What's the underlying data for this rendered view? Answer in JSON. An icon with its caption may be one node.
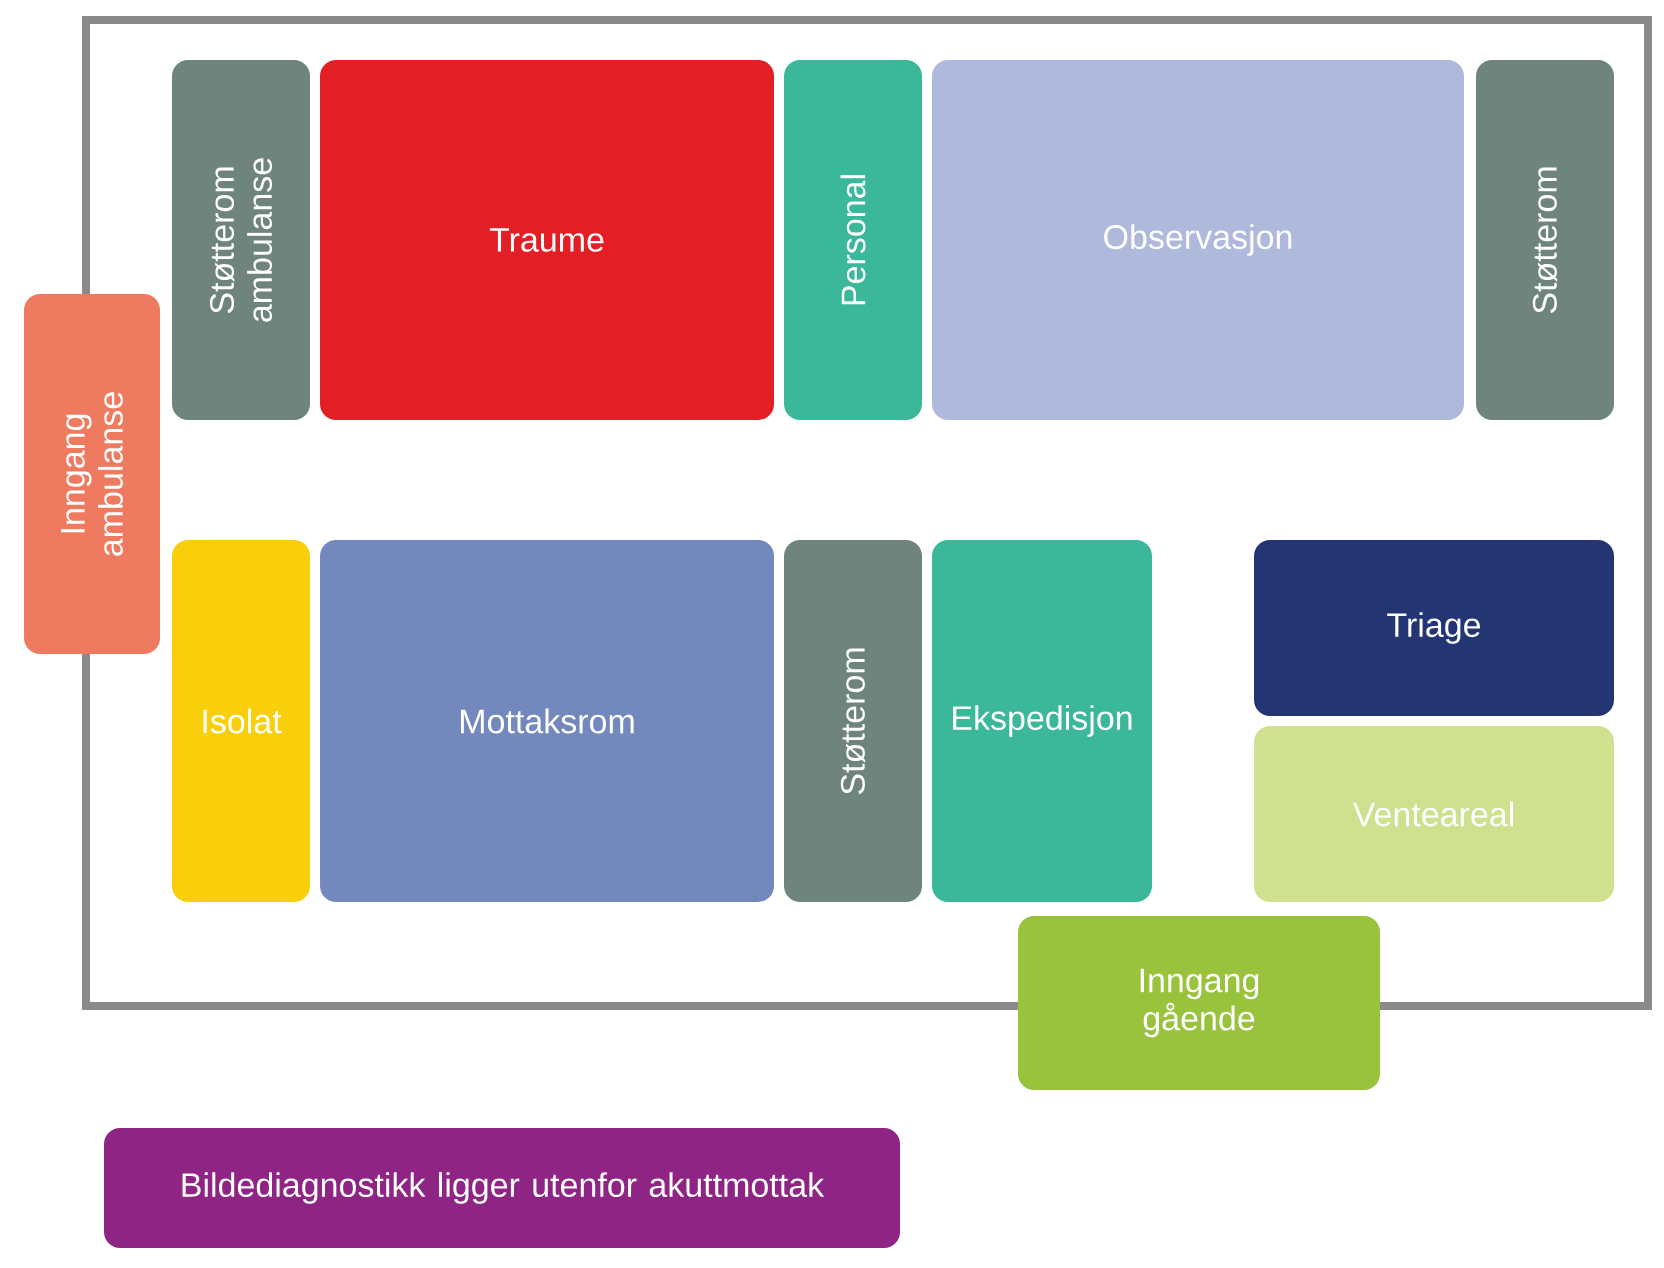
{
  "diagram": {
    "nodes": [
      {
        "text": [],
        "shape": "box"
      },
      {
        "text": [
          "Støtterom ambulanse"
        ],
        "in": 0
      },
      {
        "text": [
          "Traume"
        ],
        "in": 0
      },
      {
        "text": [
          "Personal"
        ],
        "in": 0
      },
      {
        "text": [
          "Observasjon"
        ],
        "in": 0
      },
      {
        "text": [
          "Støtterom"
        ],
        "in": 0
      },
      {
        "text": [
          "Inngang ambulanse"
        ]
      },
      {
        "text": [
          "Isolat"
        ],
        "in": 0
      },
      {
        "text": [
          "Mottaksrom"
        ],
        "in": 0
      },
      {
        "text": [
          "Støtterom"
        ],
        "in": 0
      },
      {
        "text": [
          "Ekspedisjon"
        ],
        "in": 0
      },
      {
        "text": [
          "Triage"
        ],
        "in": 0
      },
      {
        "text": [
          "Venteareal"
        ],
        "in": 0
      },
      {
        "text": [
          "Inngang gående"
        ]
      },
      {
        "text": [
          "Bildediagnostikk ligger utenfor akuttmottak"
        ]
      }
    ]
  }
}
